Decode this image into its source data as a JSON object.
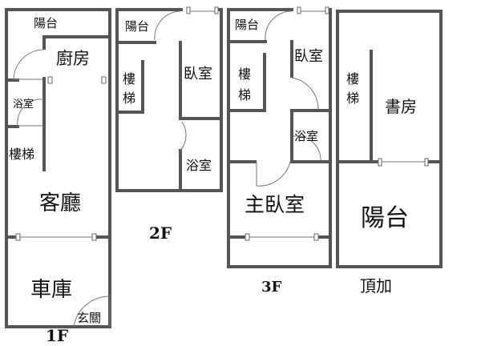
{
  "floors": {
    "f1": {
      "label": "1F",
      "rooms": {
        "balcony": "陽台",
        "kitchen": "廚房",
        "bath": "浴室",
        "stairs": "樓梯",
        "living": "客廳",
        "garage": "車庫",
        "entry": "玄關"
      }
    },
    "f2": {
      "label": "2F",
      "rooms": {
        "balcony": "陽台",
        "bedroom": "臥室",
        "stairs_a": "樓",
        "stairs_b": "梯",
        "bath": "浴室"
      }
    },
    "f3": {
      "label": "3F",
      "rooms": {
        "balcony": "陽台",
        "bedroom": "臥室",
        "stairs_a": "樓",
        "stairs_b": "梯",
        "bath": "浴室",
        "master": "主臥室"
      }
    },
    "roof": {
      "label": "頂加",
      "rooms": {
        "stairs_a": "樓",
        "stairs_b": "梯",
        "study": "書房",
        "balcony": "陽台"
      }
    }
  },
  "colors": {
    "wall": "#555555"
  }
}
